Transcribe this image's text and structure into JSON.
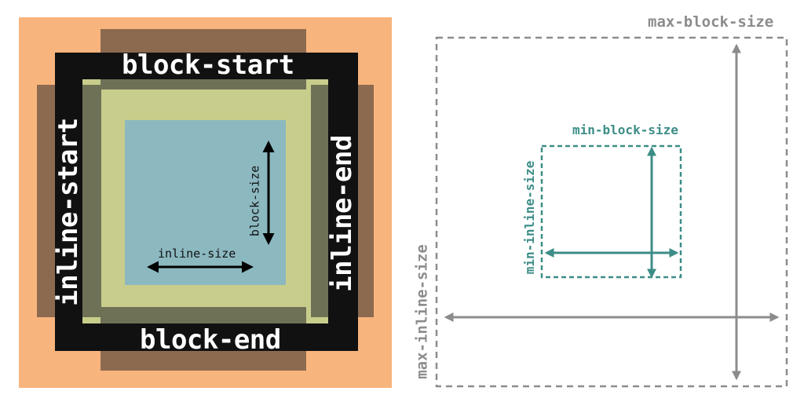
{
  "left_diagram": {
    "labels": {
      "block_start": "block-start",
      "block_end": "block-end",
      "inline_start": "inline-start",
      "inline_end": "inline-end",
      "block_size": "block-size",
      "inline_size": "inline-size"
    },
    "colors": {
      "margin": "#f8b47d",
      "border": "#111111",
      "padding": "#c8cd8b",
      "content": "#8cb8c0",
      "margin_band": "#8c6a50",
      "padding_band": "#6f7156",
      "arrow": "#000000"
    }
  },
  "right_diagram": {
    "labels": {
      "max_block_size": "max-block-size",
      "max_inline_size": "max-inline-size",
      "min_block_size": "min-block-size",
      "min_inline_size": "min-inline-size"
    },
    "colors": {
      "max": "#8c8c8c",
      "min": "#3d8d87"
    }
  }
}
